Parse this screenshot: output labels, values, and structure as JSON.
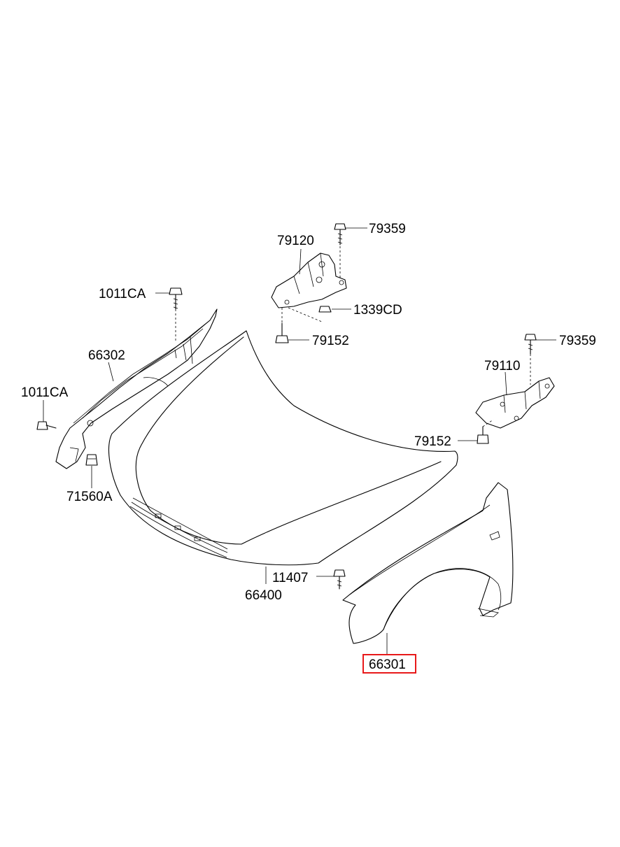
{
  "labels": {
    "bolt_79359_a": "79359",
    "hinge_79120": "79120",
    "nut_1339CD": "1339CD",
    "bolt_79152_a": "79152",
    "bolt_1011CA_a": "1011CA",
    "panel_66302": "66302",
    "bolt_1011CA_b": "1011CA",
    "nut_71560A": "71560A",
    "bolt_79359_b": "79359",
    "hinge_79110": "79110",
    "bolt_79152_b": "79152",
    "bolt_11407": "11407",
    "hood_66400": "66400",
    "fender_66301": "66301"
  },
  "highlight": {
    "part": "66301",
    "color": "#e8191a"
  }
}
